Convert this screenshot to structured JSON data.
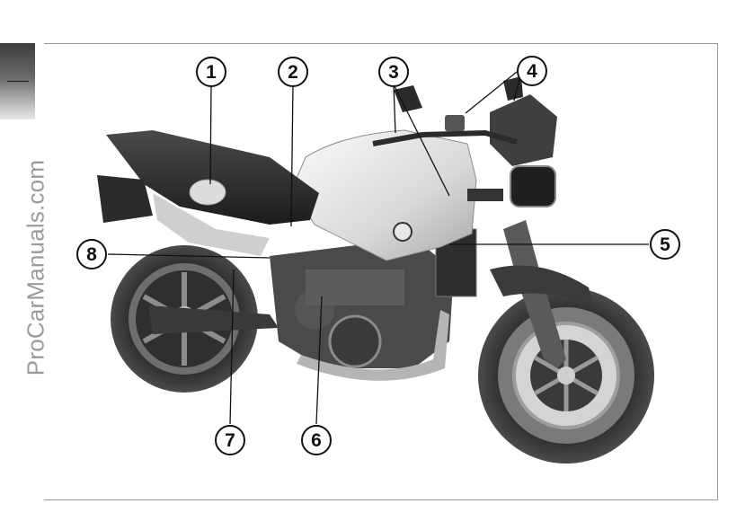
{
  "watermark": "ProCarManuals.com",
  "callouts": [
    {
      "number": "1"
    },
    {
      "number": "2"
    },
    {
      "number": "3"
    },
    {
      "number": "4"
    },
    {
      "number": "5"
    },
    {
      "number": "6"
    },
    {
      "number": "7"
    },
    {
      "number": "8"
    }
  ],
  "brand_colors": {
    "tab_dark": "#3d3d3d",
    "frame_line": "#9a9a9a",
    "watermark": "#9a9a9a"
  }
}
